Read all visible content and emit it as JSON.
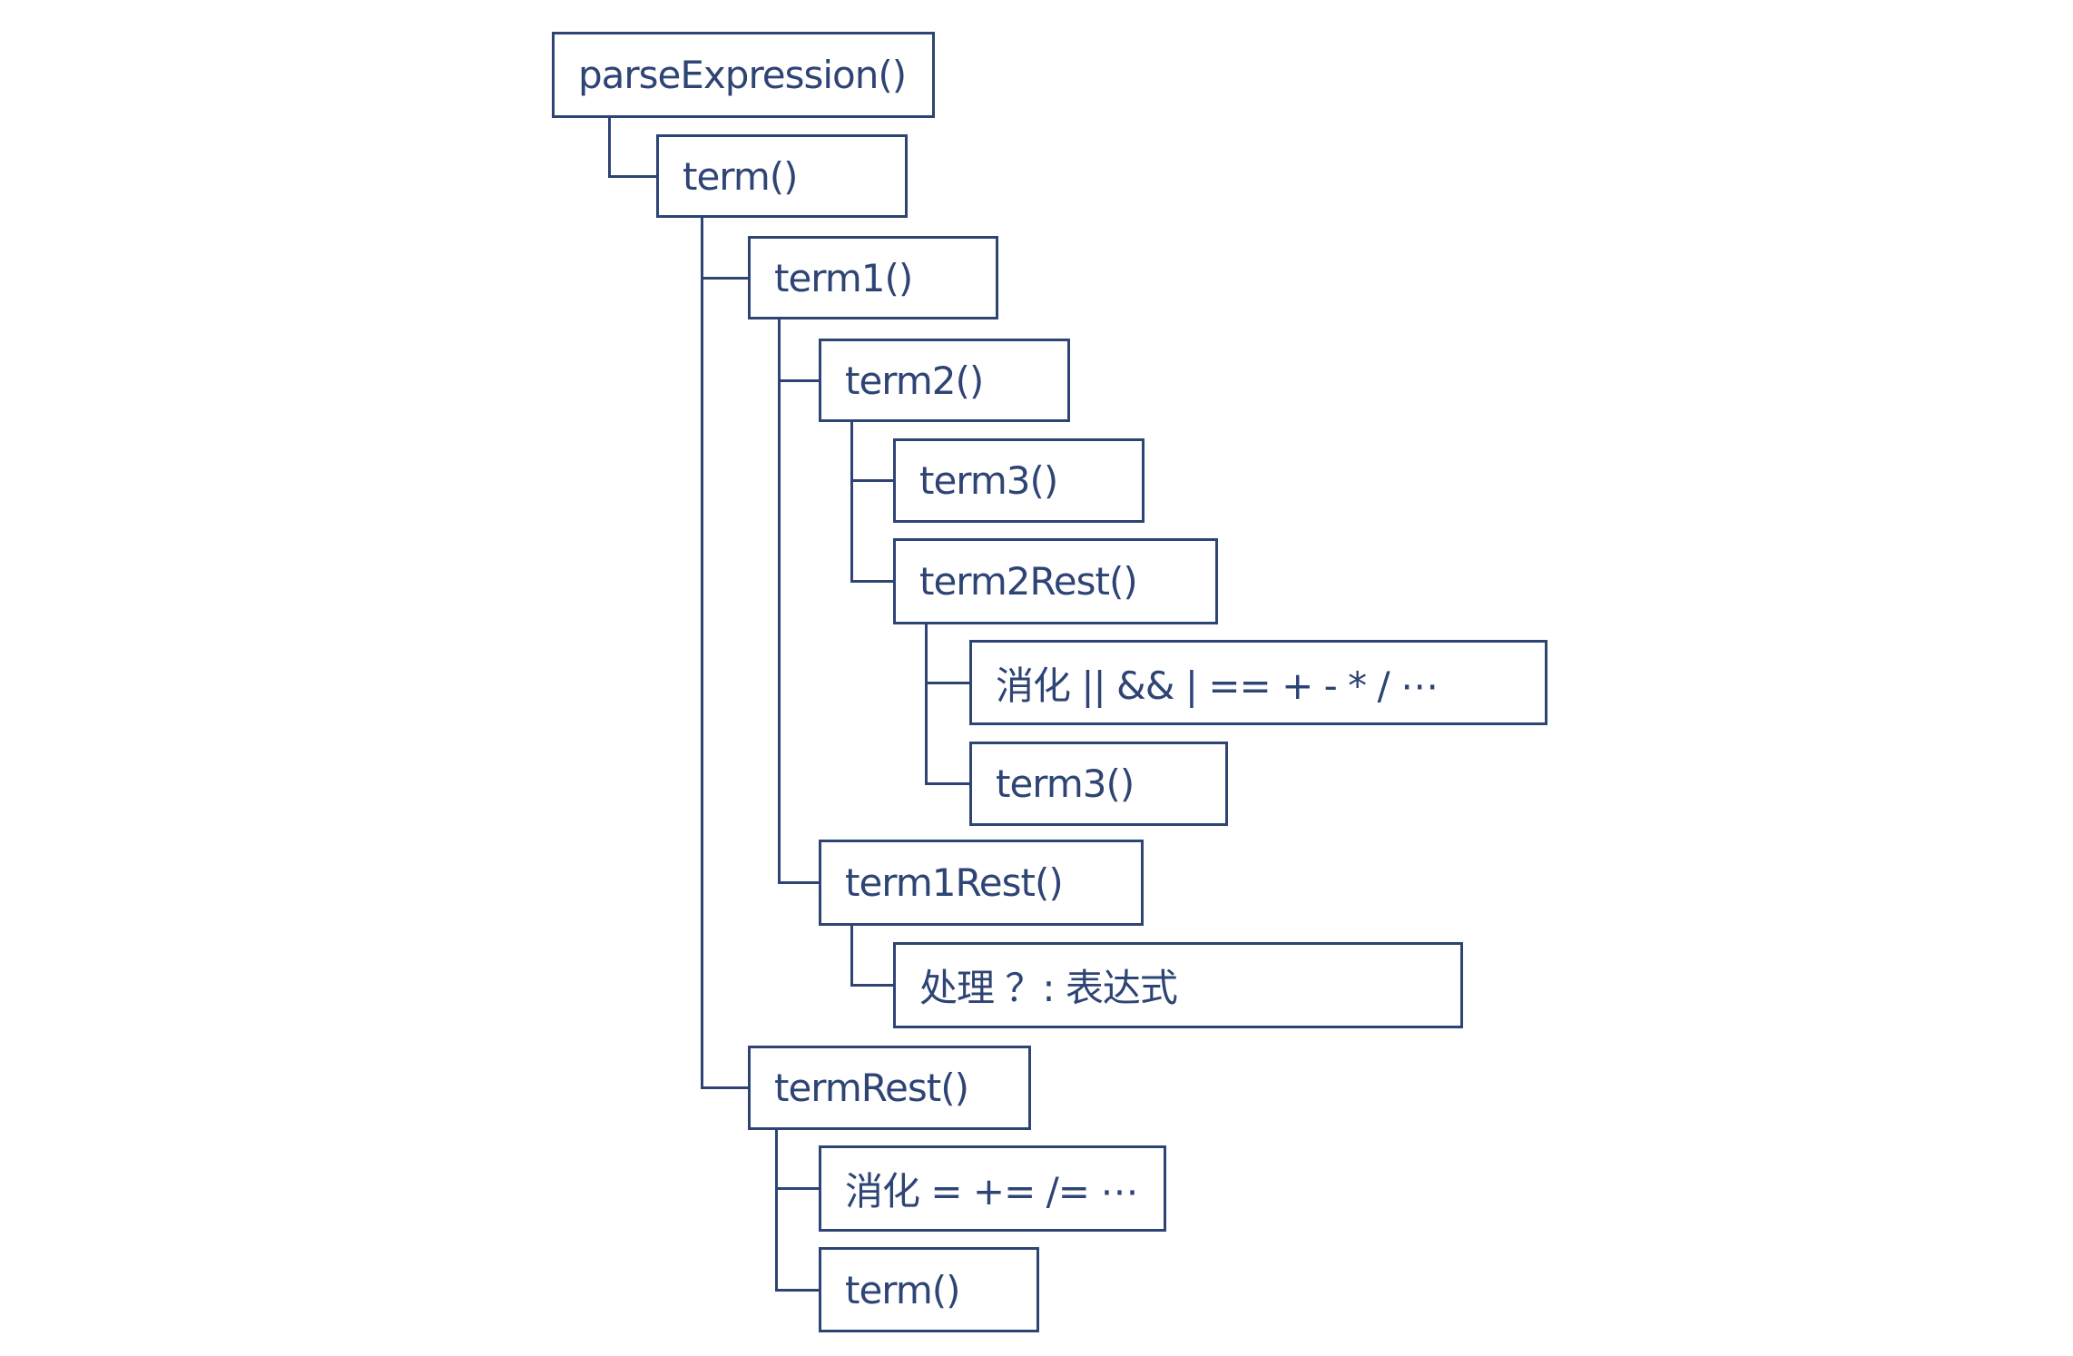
{
  "diagram": {
    "title": "parseExpression call tree",
    "background_color": "#ffffff",
    "stroke_color": "#2e4474",
    "text_color": "#2e4474",
    "nodes": [
      {
        "id": "parseExpression",
        "label": "parseExpression()",
        "parent": null,
        "depth": 0,
        "row": 0,
        "kind": "function-call"
      },
      {
        "id": "term",
        "label": "term()",
        "parent": "parseExpression",
        "depth": 1,
        "row": 1,
        "kind": "function-call"
      },
      {
        "id": "term1",
        "label": "term1()",
        "parent": "term",
        "depth": 2,
        "row": 2,
        "kind": "function-call"
      },
      {
        "id": "term2",
        "label": "term2()",
        "parent": "term1",
        "depth": 3,
        "row": 3,
        "kind": "function-call"
      },
      {
        "id": "term3",
        "label": "term3()",
        "parent": "term2",
        "depth": 4,
        "row": 4,
        "kind": "function-call"
      },
      {
        "id": "term2Rest",
        "label": "term2Rest()",
        "parent": "term2",
        "depth": 4,
        "row": 5,
        "kind": "function-call"
      },
      {
        "id": "consume-binary-ops",
        "label": "消化 || && | == + - * / ⋯",
        "parent": "term2Rest",
        "depth": 5,
        "row": 6,
        "kind": "action-note"
      },
      {
        "id": "term3-second",
        "label": "term3()",
        "parent": "term2Rest",
        "depth": 5,
        "row": 7,
        "kind": "function-call"
      },
      {
        "id": "term1Rest",
        "label": "term1Rest()",
        "parent": "term1",
        "depth": 3,
        "row": 8,
        "kind": "function-call"
      },
      {
        "id": "handle-ternary",
        "label": "处理 ？: 表达式",
        "parent": "term1Rest",
        "depth": 4,
        "row": 9,
        "kind": "action-note"
      },
      {
        "id": "termRest",
        "label": "termRest()",
        "parent": "term",
        "depth": 2,
        "row": 10,
        "kind": "function-call"
      },
      {
        "id": "consume-assign-ops",
        "label": "消化 = += /=  ⋯",
        "parent": "termRest",
        "depth": 3,
        "row": 11,
        "kind": "action-note"
      },
      {
        "id": "term-second",
        "label": "term()",
        "parent": "termRest",
        "depth": 3,
        "row": 12,
        "kind": "function-call"
      }
    ]
  }
}
